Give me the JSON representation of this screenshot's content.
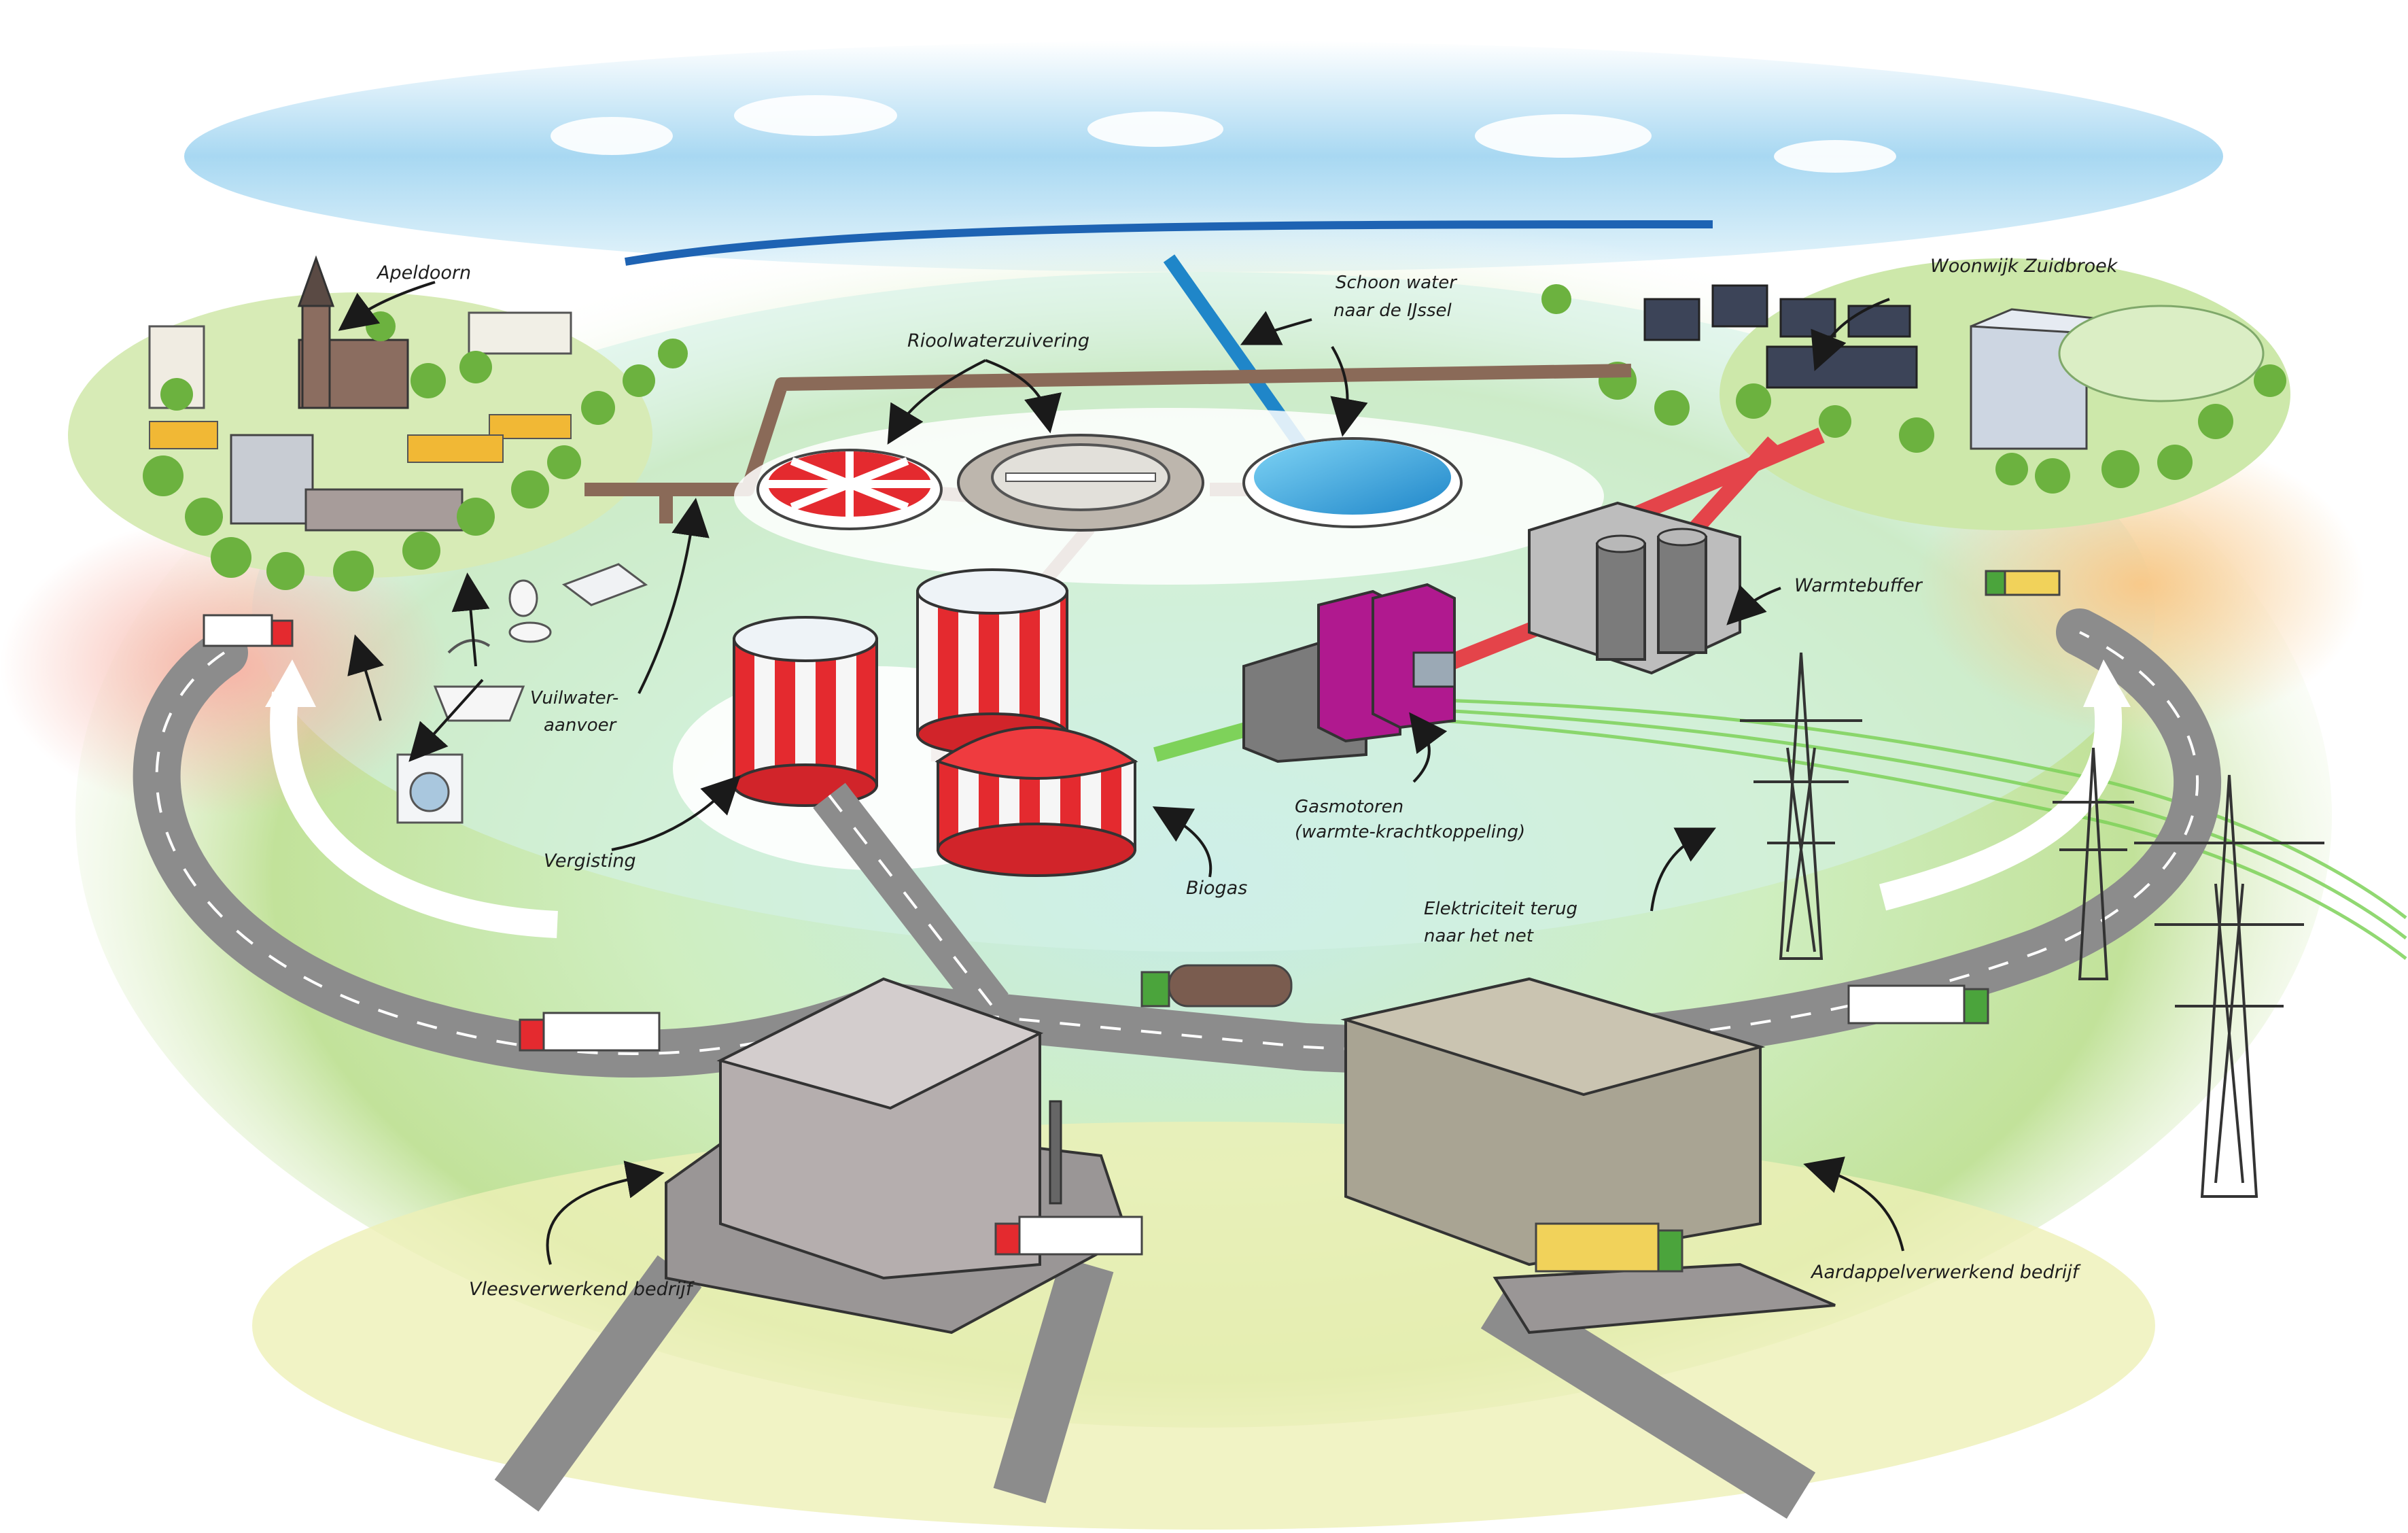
{
  "labels": {
    "apeldoorn": "Apeldoorn",
    "rioolwaterzuivering": "Rioolwaterzuivering",
    "schoon_water_line1": "Schoon water",
    "schoon_water_line2": "naar de IJssel",
    "woonwijk": "Woonwijk Zuidbroek",
    "vuilwater_line1": "Vuilwater-",
    "vuilwater_line2": "aanvoer",
    "warmtebuffer": "Warmtebuffer",
    "gasmotoren_line1": "Gasmotoren",
    "gasmotoren_line2": "(warmte-krachtkoppeling)",
    "vergisting": "Vergisting",
    "biogas": "Biogas",
    "elektriciteit_line1": "Elektriciteit terug",
    "elektriciteit_line2": "naar het net",
    "vleesverwerkend": "Vleesverwerkend bedrijf",
    "aardappelverwerkend": "Aardappelverwerkend bedrijf"
  },
  "colors": {
    "sky": "#9fd3ef",
    "grass": "#b9de8a",
    "water": "#bde9ec",
    "road": "#8c8c8c",
    "pipe_brown": "#8a6a58",
    "pipe_red": "#e4444a",
    "pipe_green": "#6cc94a",
    "digester_red": "#e7262c",
    "chp_magenta": "#b0198f",
    "factory_grey": "#b5aeae"
  },
  "icons": [
    "church-icon",
    "washing-machine-icon",
    "bathtub-icon",
    "toilet-icon",
    "sink-icon",
    "truck-icon",
    "pylon-icon"
  ]
}
